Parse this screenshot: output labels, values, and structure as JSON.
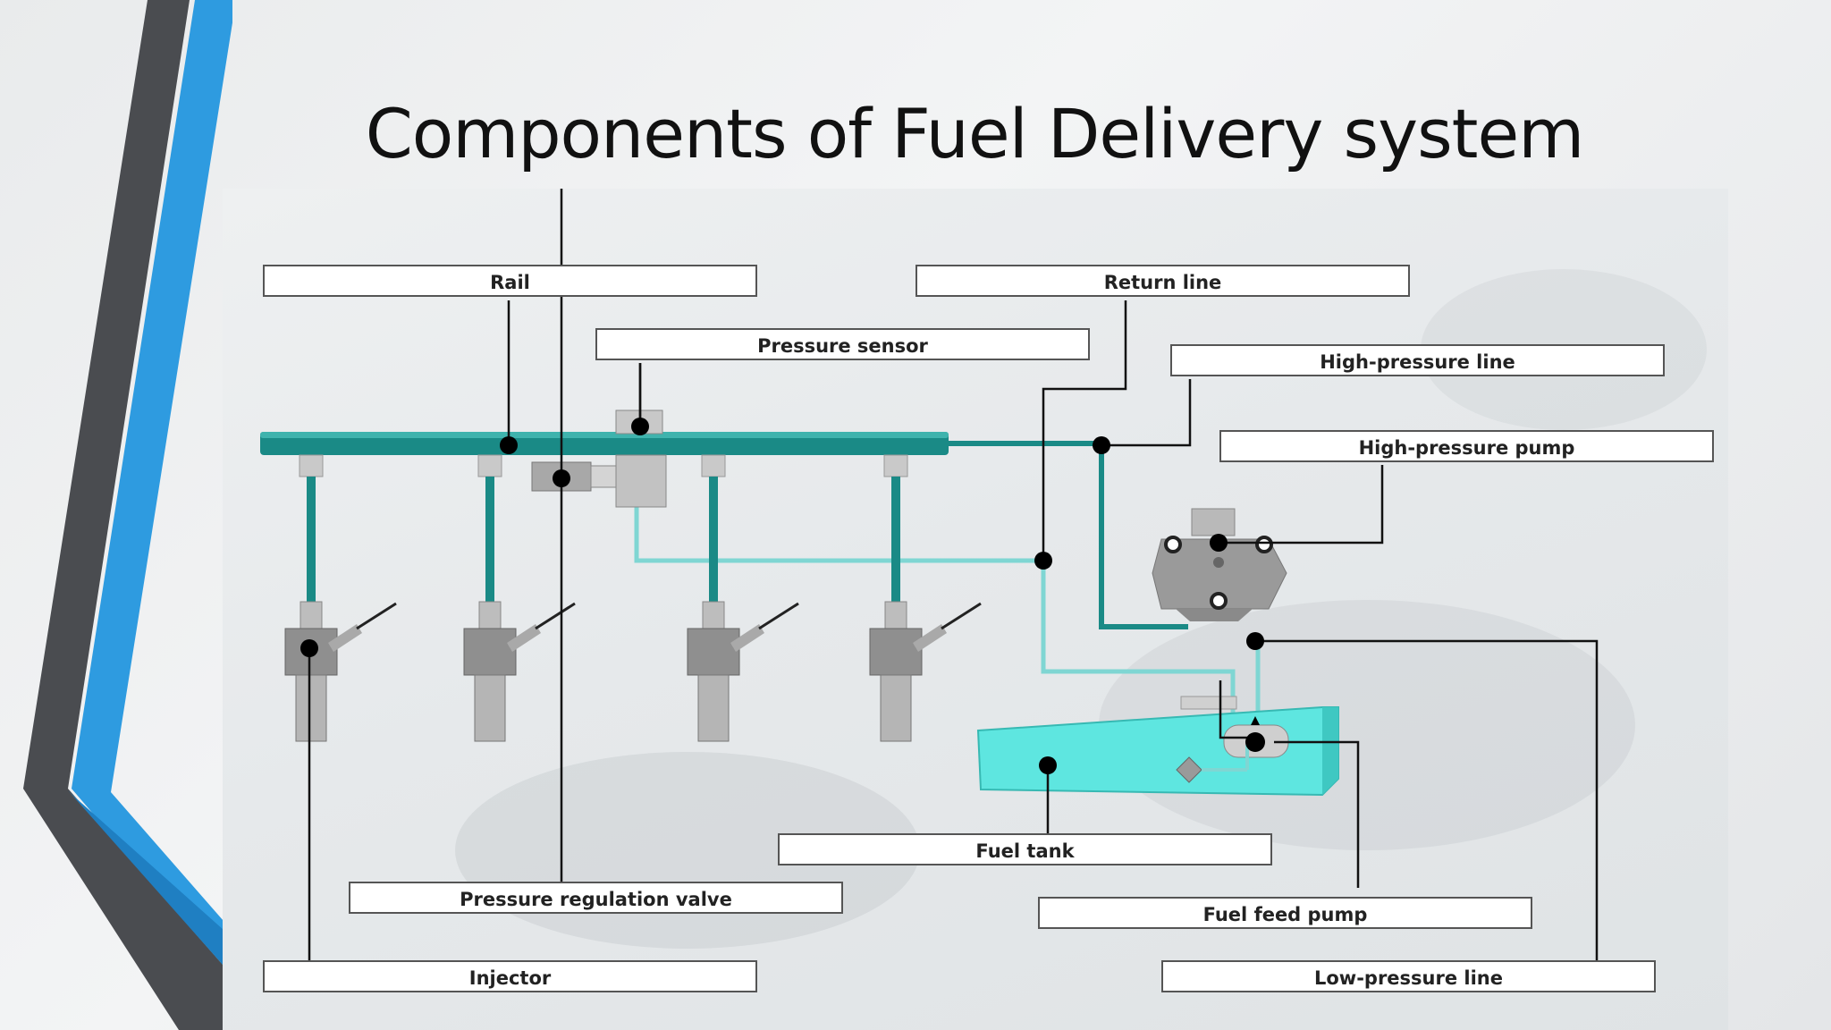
{
  "slide": {
    "title": "Components of Fuel Delivery system"
  },
  "diagram": {
    "labels": {
      "rail": "Rail",
      "return_line": "Return line",
      "pressure_sensor": "Pressure sensor",
      "high_pressure_line": "High-pressure line",
      "high_pressure_pump": "High-pressure pump",
      "fuel_tank": "Fuel tank",
      "pressure_regulation_valve": "Pressure regulation valve",
      "fuel_feed_pump": "Fuel feed pump",
      "injector": "Injector",
      "low_pressure_line": "Low-pressure line"
    },
    "colors": {
      "high_pressure": "#1a8a86",
      "low_pressure": "#7fd6d3",
      "tank": "#5ee6e0",
      "leader": "#111111"
    }
  }
}
